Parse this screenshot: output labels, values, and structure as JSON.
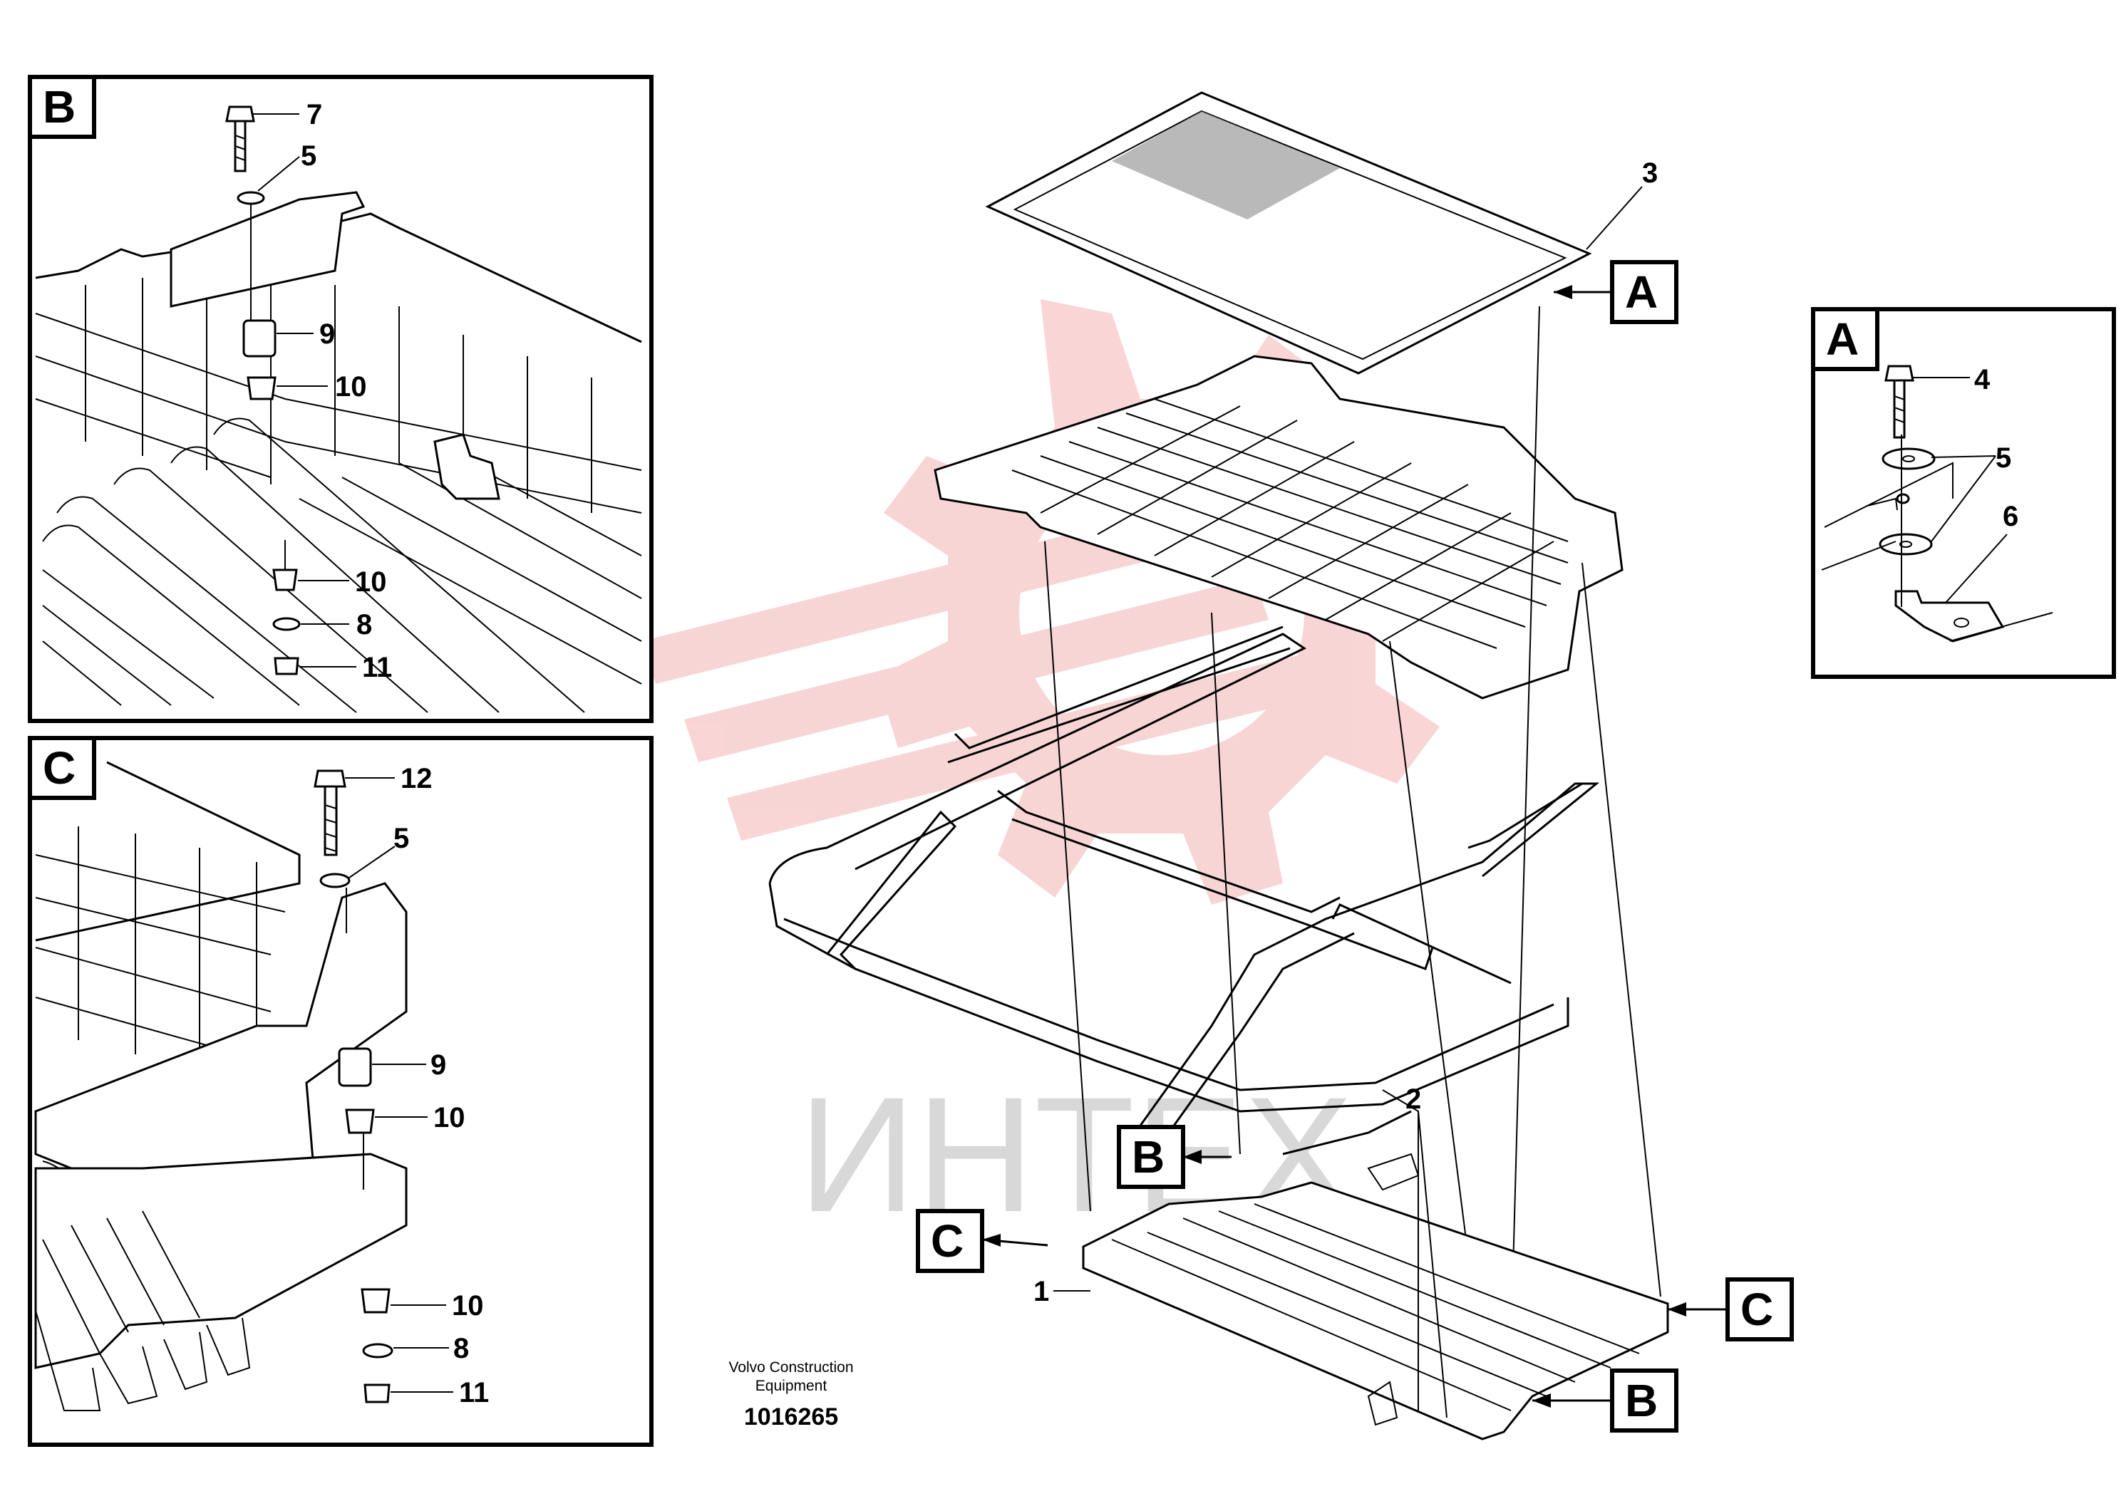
{
  "detail_boxes": [
    {
      "id": "B",
      "label": "B"
    },
    {
      "id": "C",
      "label": "C"
    },
    {
      "id": "A",
      "label": "A"
    }
  ],
  "main_markers": [
    "A",
    "B",
    "C",
    "C",
    "B"
  ],
  "callouts": {
    "b_7": "7",
    "b_5": "5",
    "b_9": "9",
    "b_10a": "10",
    "b_10b": "10",
    "b_8": "8",
    "b_11": "11",
    "c_12": "12",
    "c_5": "5",
    "c_9": "9",
    "c_10a": "10",
    "c_10b": "10",
    "c_8": "8",
    "c_11": "11",
    "a_4": "4",
    "a_5": "5",
    "a_6": "6",
    "m_3": "3",
    "m_2": "2",
    "m_1": "1"
  },
  "caption": {
    "company_line1": "Volvo Construction",
    "company_line2": "Equipment",
    "drawing_number": "1016265"
  },
  "watermark": {
    "text": "ИНТЕХ",
    "color": "#f2c6c6"
  }
}
